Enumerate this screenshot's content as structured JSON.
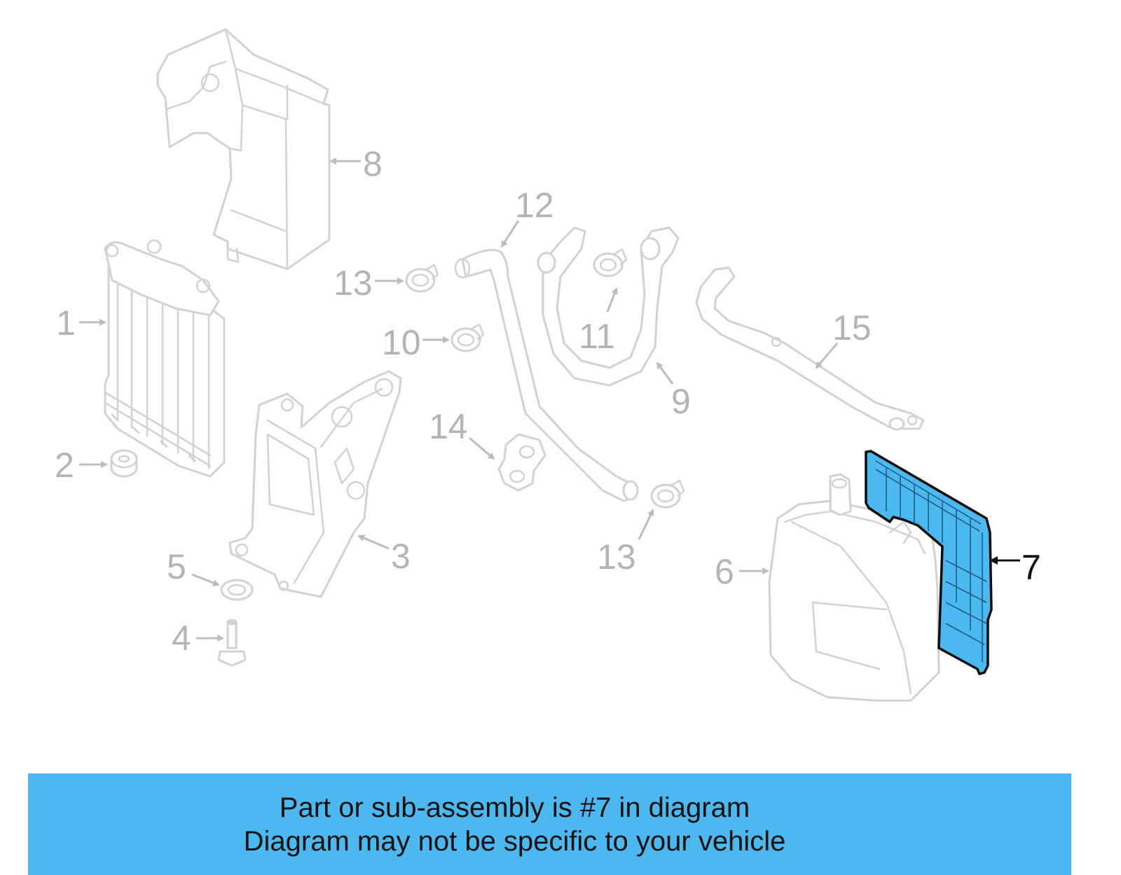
{
  "diagram": {
    "highlight_color": "#4bb8f0",
    "highlighted_part": "7",
    "callouts": {
      "c1": "1",
      "c2": "2",
      "c3": "3",
      "c4": "4",
      "c5": "5",
      "c6": "6",
      "c7": "7",
      "c8": "8",
      "c9": "9",
      "c10": "10",
      "c11": "11",
      "c12": "12",
      "c13a": "13",
      "c13b": "13",
      "c14": "14",
      "c15": "15"
    }
  },
  "banner": {
    "line1": "Part or sub-assembly is #7 in diagram",
    "line2": "Diagram may not be specific to your vehicle"
  }
}
